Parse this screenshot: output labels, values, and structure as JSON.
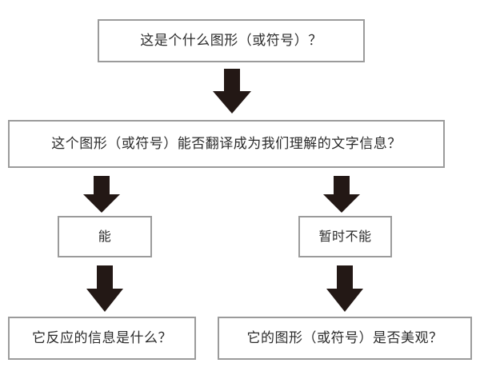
{
  "diagram": {
    "title_text": "这是个什么图形（或符号）？",
    "colors": {
      "box_border": "#9b9b9b",
      "box_fill": "#ffffff",
      "text": "#2b2b2b",
      "arrow": "#231815",
      "background": "#ffffff"
    },
    "nodes": [
      {
        "id": "question",
        "label": "这是个什么图形（或符号）？"
      },
      {
        "id": "translatable",
        "label": "这个图形（或符号）能否翻译成为我们理解的文字信息？"
      },
      {
        "id": "yes",
        "label": "能"
      },
      {
        "id": "not_yet",
        "label": "暂时不能"
      },
      {
        "id": "info_meaning",
        "label": "它反应的信息是什么？"
      },
      {
        "id": "aesthetics",
        "label": "它的图形（或符号）是否美观？"
      }
    ],
    "arrows": [
      {
        "id": "q_to_translate",
        "from": "question",
        "to": "translatable",
        "direction": "down"
      },
      {
        "id": "translate_yes",
        "from": "translatable",
        "to": "yes",
        "direction": "down"
      },
      {
        "id": "translate_no",
        "from": "translatable",
        "to": "not_yet",
        "direction": "down"
      },
      {
        "id": "yes_to_meaning",
        "from": "yes",
        "to": "info_meaning",
        "direction": "down"
      },
      {
        "id": "no_to_beauty",
        "from": "not_yet",
        "to": "aesthetics",
        "direction": "down"
      }
    ]
  }
}
